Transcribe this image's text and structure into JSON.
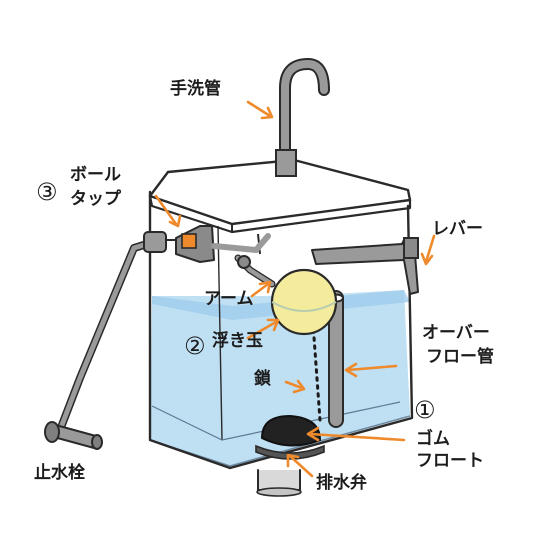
{
  "labels": {
    "faucet": "手洗管",
    "ball_tap_number": "③",
    "ball_tap_line1": "ボール",
    "ball_tap_line2": "タップ",
    "lever": "レバー",
    "arm": "アーム",
    "float_number": "②",
    "float": "浮き玉",
    "chain": "鎖",
    "overflow_line1": "オーバー",
    "overflow_line2": "フロー管",
    "rubber_number": "①",
    "rubber_line1": "ゴム",
    "rubber_line2": "フロート",
    "drain_valve": "排水弁",
    "stop_valve": "止水栓"
  },
  "colors": {
    "water": "#bfdff3",
    "water_surface": "#9ccbec",
    "tank_outline": "#2a2a2a",
    "pipe": "#8f8f8f",
    "float_ball": "#f4ec9c",
    "rubber_flapper": "#222222",
    "arrow": "#ef8a2c"
  }
}
